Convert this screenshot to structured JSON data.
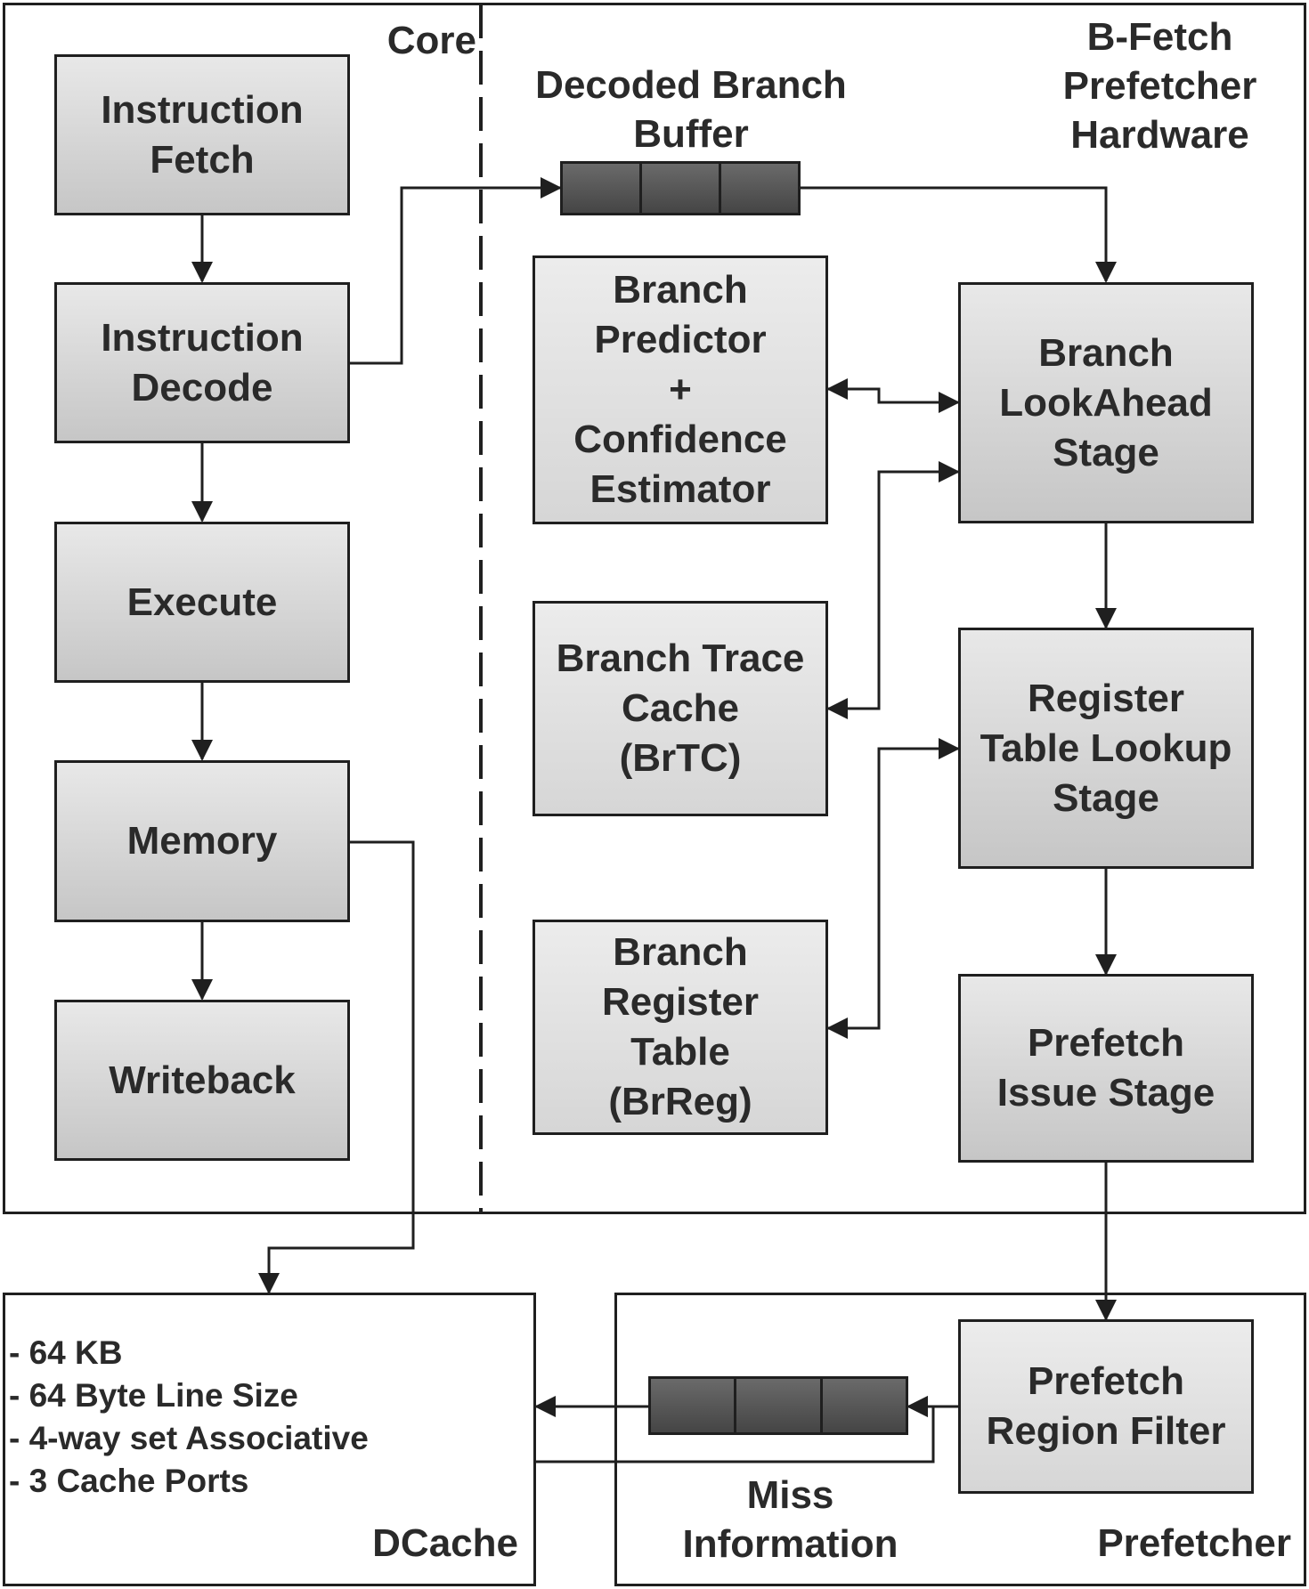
{
  "labels": {
    "core": "Core",
    "bfetch": "B-Fetch\nPrefetcher\nHardware",
    "decoded_branch_buffer": "Decoded Branch\nBuffer",
    "dcache": "DCache",
    "prefetcher": "Prefetcher",
    "miss_information": "Miss\nInformation"
  },
  "core_stages": {
    "fetch": "Instruction\nFetch",
    "decode": "Instruction\nDecode",
    "execute": "Execute",
    "memory": "Memory",
    "writeback": "Writeback"
  },
  "bfetch_units": {
    "predictor": "Branch\nPredictor\n+\nConfidence\nEstimator",
    "brtc": "Branch Trace\nCache\n(BrTC)",
    "brreg": "Branch\nRegister\nTable\n(BrReg)",
    "lookahead": "Branch\nLookAhead\nStage",
    "register_lookup": "Register\nTable Lookup\nStage",
    "prefetch_issue": "Prefetch\nIssue Stage"
  },
  "prefetch_region_filter": "Prefetch\nRegion Filter",
  "dcache_specs": [
    "- 64 KB",
    "- 64 Byte Line Size",
    "- 4-way set Associative",
    "- 3 Cache Ports"
  ]
}
